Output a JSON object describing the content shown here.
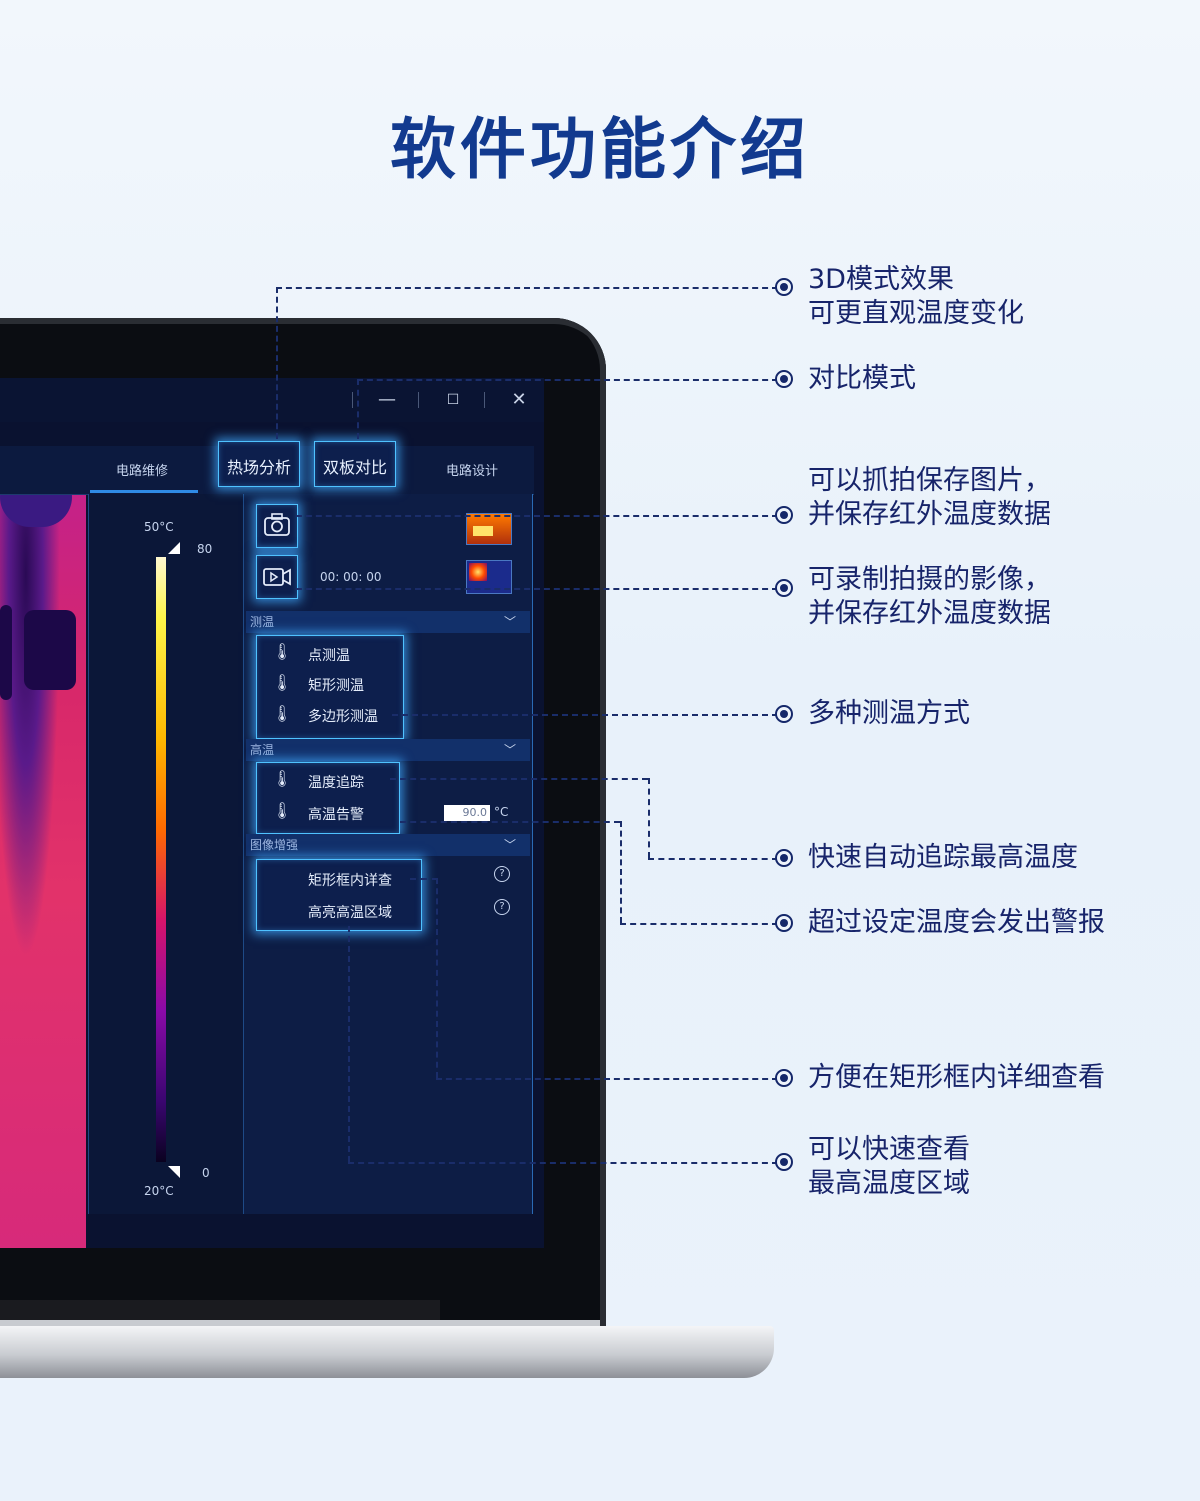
{
  "page": {
    "title": "软件功能介绍"
  },
  "app": {
    "window_buttons": {
      "minimize": "—",
      "maximize": "☐",
      "close": "✕"
    },
    "tabs": {
      "repair": "电路维修",
      "thermal": "热场分析",
      "compare": "双板对比",
      "design": "电路设计"
    },
    "scale": {
      "top_temp": "50°C",
      "bottom_temp": "20°C",
      "top_value": "80",
      "bottom_value": "0"
    },
    "record_timer": "00: 00: 00",
    "sections": {
      "measure": {
        "title": "测温",
        "items": [
          "点测温",
          "矩形测温",
          "多边形测温"
        ]
      },
      "high": {
        "title": "高温",
        "items": [
          "温度追踪",
          "高温告警"
        ],
        "alarm_value": "90.0",
        "alarm_unit": "°C"
      },
      "enhance": {
        "title": "图像增强",
        "items": [
          "矩形框内详查",
          "高亮高温区域"
        ],
        "help_icon": "?"
      }
    }
  },
  "callouts": [
    {
      "lines": [
        "3D模式效果",
        "可更直观温度变化"
      ]
    },
    {
      "lines": [
        "对比模式"
      ]
    },
    {
      "lines": [
        "可以抓拍保存图片，",
        "并保存红外温度数据"
      ]
    },
    {
      "lines": [
        "可录制拍摄的影像，",
        "并保存红外温度数据"
      ]
    },
    {
      "lines": [
        "多种测温方式"
      ]
    },
    {
      "lines": [
        "快速自动追踪最高温度"
      ]
    },
    {
      "lines": [
        "超过设定温度会发出警报"
      ]
    },
    {
      "lines": [
        "方便在矩形框内详细查看"
      ]
    },
    {
      "lines": [
        "可以快速查看",
        "最高温度区域"
      ]
    }
  ],
  "colors": {
    "title": "#123a8f",
    "callout_text": "#17246a",
    "glow": "#4fc2ff",
    "panel": "#0d1d45"
  },
  "icons": [
    "camera-icon",
    "video-icon",
    "thermometer-icon",
    "chevron-down-icon",
    "help-icon"
  ]
}
